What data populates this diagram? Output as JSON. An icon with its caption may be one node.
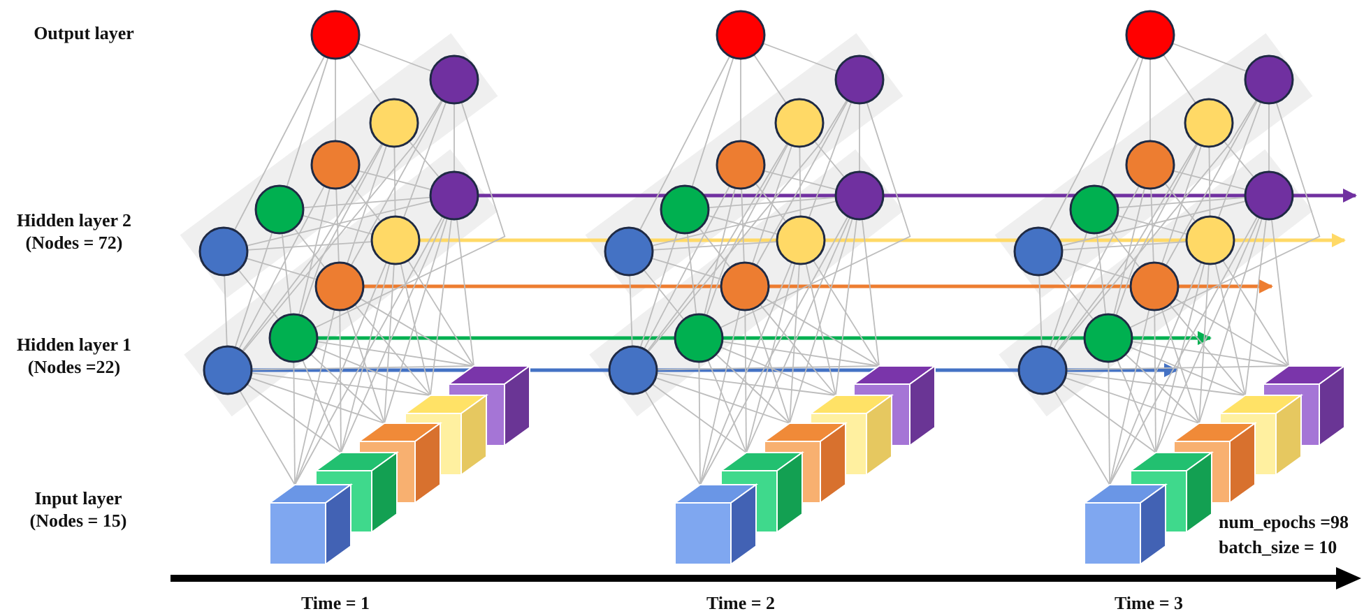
{
  "diagram": {
    "nodes": [
      {
        "text": [],
        "shape": "circle"
      },
      {
        "text": [],
        "shape": "circle"
      },
      {
        "text": [],
        "shape": "circle"
      },
      {
        "text": [],
        "shape": "circle"
      },
      {
        "text": [],
        "shape": "circle"
      },
      {
        "text": [],
        "shape": "circle"
      },
      {
        "text": [],
        "shape": "circle"
      },
      {
        "text": [],
        "shape": "circle"
      },
      {
        "text": [],
        "shape": "circle"
      },
      {
        "text": [],
        "shape": "circle"
      },
      {
        "text": [],
        "shape": "circle"
      },
      {
        "text": [],
        "shape": "cube"
      },
      {
        "text": [],
        "shape": "cube"
      },
      {
        "text": [],
        "shape": "cube"
      },
      {
        "text": [],
        "shape": "cube"
      },
      {
        "text": [],
        "shape": "cube"
      },
      {
        "text": [],
        "shape": "circle"
      },
      {
        "text": [],
        "shape": "circle"
      },
      {
        "text": [],
        "shape": "circle"
      },
      {
        "text": [],
        "shape": "circle"
      },
      {
        "text": [],
        "shape": "circle"
      },
      {
        "text": [],
        "shape": "circle"
      },
      {
        "text": [],
        "shape": "circle"
      },
      {
        "text": [],
        "shape": "circle"
      },
      {
        "text": [],
        "shape": "circle"
      },
      {
        "text": [],
        "shape": "circle"
      },
      {
        "text": [],
        "shape": "circle"
      },
      {
        "text": [],
        "shape": "cube"
      },
      {
        "text": [],
        "shape": "cube"
      },
      {
        "text": [],
        "shape": "cube"
      },
      {
        "text": [],
        "shape": "cube"
      },
      {
        "text": [],
        "shape": "cube"
      },
      {
        "text": [],
        "shape": "circle"
      },
      {
        "text": [],
        "shape": "circle"
      },
      {
        "text": [],
        "shape": "circle"
      },
      {
        "text": [],
        "shape": "circle"
      },
      {
        "text": [],
        "shape": "circle"
      },
      {
        "text": [],
        "shape": "circle"
      },
      {
        "text": [],
        "shape": "circle"
      },
      {
        "text": [],
        "shape": "circle"
      },
      {
        "text": [],
        "shape": "circle"
      },
      {
        "text": [],
        "shape": "circle"
      },
      {
        "text": [],
        "shape": "circle"
      },
      {
        "text": [],
        "shape": "cube"
      },
      {
        "text": [],
        "shape": "cube"
      },
      {
        "text": [],
        "shape": "cube"
      },
      {
        "text": [],
        "shape": "cube"
      },
      {
        "text": [],
        "shape": "cube"
      }
    ],
    "edges": [
      {
        "from": 10,
        "to": null,
        "arrow": "to",
        "style": "thick",
        "color": "#7030a0"
      },
      {
        "from": 9,
        "to": null,
        "arrow": "to",
        "style": "thick",
        "color": "#ffd966"
      },
      {
        "from": 8,
        "to": null,
        "arrow": "to",
        "style": "thick",
        "color": "#ed7d31"
      },
      {
        "from": 7,
        "to": null,
        "arrow": "to",
        "style": "thick",
        "color": "#00b050"
      },
      {
        "from": 6,
        "to": null,
        "arrow": "to",
        "style": "thick",
        "color": "#4472c4"
      },
      {
        "from": 11,
        "to": 6,
        "arrow": "none"
      },
      {
        "from": 11,
        "to": 7,
        "arrow": "none"
      },
      {
        "from": 11,
        "to": 8,
        "arrow": "none"
      },
      {
        "from": 11,
        "to": 9,
        "arrow": "none"
      },
      {
        "from": 11,
        "to": 10,
        "arrow": "none"
      },
      {
        "from": 12,
        "to": 6,
        "arrow": "none"
      },
      {
        "from": 12,
        "to": 7,
        "arrow": "none"
      },
      {
        "from": 12,
        "to": 8,
        "arrow": "none"
      },
      {
        "from": 12,
        "to": 9,
        "arrow": "none"
      },
      {
        "from": 12,
        "to": 10,
        "arrow": "none"
      },
      {
        "from": 13,
        "to": 6,
        "arrow": "none"
      },
      {
        "from": 13,
        "to": 7,
        "arrow": "none"
      },
      {
        "from": 13,
        "to": 8,
        "arrow": "none"
      },
      {
        "from": 13,
        "to": 9,
        "arrow": "none"
      },
      {
        "from": 13,
        "to": 10,
        "arrow": "none"
      },
      {
        "from": 14,
        "to": 6,
        "arrow": "none"
      },
      {
        "from": 14,
        "to": 7,
        "arrow": "none"
      },
      {
        "from": 14,
        "to": 8,
        "arrow": "none"
      },
      {
        "from": 14,
        "to": 9,
        "arrow": "none"
      },
      {
        "from": 14,
        "to": 10,
        "arrow": "none"
      },
      {
        "from": 15,
        "to": 6,
        "arrow": "none"
      },
      {
        "from": 15,
        "to": 7,
        "arrow": "none"
      },
      {
        "from": 15,
        "to": 8,
        "arrow": "none"
      },
      {
        "from": 15,
        "to": 9,
        "arrow": "none"
      },
      {
        "from": 15,
        "to": 10,
        "arrow": "none"
      },
      {
        "from": 6,
        "to": 1,
        "arrow": "none"
      },
      {
        "from": 6,
        "to": 2,
        "arrow": "none"
      },
      {
        "from": 6,
        "to": 3,
        "arrow": "none"
      },
      {
        "from": 6,
        "to": 4,
        "arrow": "none"
      },
      {
        "from": 6,
        "to": 5,
        "arrow": "none"
      },
      {
        "from": 7,
        "to": 1,
        "arrow": "none"
      },
      {
        "from": 7,
        "to": 2,
        "arrow": "none"
      },
      {
        "from": 7,
        "to": 3,
        "arrow": "none"
      },
      {
        "from": 7,
        "to": 4,
        "arrow": "none"
      },
      {
        "from": 7,
        "to": 5,
        "arrow": "none"
      },
      {
        "from": 8,
        "to": 1,
        "arrow": "none"
      },
      {
        "from": 8,
        "to": 2,
        "arrow": "none"
      },
      {
        "from": 8,
        "to": 3,
        "arrow": "none"
      },
      {
        "from": 8,
        "to": 4,
        "arrow": "none"
      },
      {
        "from": 8,
        "to": 5,
        "arrow": "none"
      },
      {
        "from": 9,
        "to": 1,
        "arrow": "none"
      },
      {
        "from": 9,
        "to": 2,
        "arrow": "none"
      },
      {
        "from": 9,
        "to": 3,
        "arrow": "none"
      },
      {
        "from": 9,
        "to": 4,
        "arrow": "none"
      },
      {
        "from": 9,
        "to": 5,
        "arrow": "none"
      },
      {
        "from": 10,
        "to": 1,
        "arrow": "none"
      },
      {
        "from": 10,
        "to": 2,
        "arrow": "none"
      },
      {
        "from": 10,
        "to": 3,
        "arrow": "none"
      },
      {
        "from": 10,
        "to": 4,
        "arrow": "none"
      },
      {
        "from": 10,
        "to": 5,
        "arrow": "none"
      },
      {
        "from": 1,
        "to": 0,
        "arrow": "none"
      },
      {
        "from": 2,
        "to": 0,
        "arrow": "none"
      },
      {
        "from": 3,
        "to": 0,
        "arrow": "none"
      },
      {
        "from": 4,
        "to": 0,
        "arrow": "none"
      },
      {
        "from": 5,
        "to": 0,
        "arrow": "none"
      },
      {
        "from": 27,
        "to": 22,
        "arrow": "none"
      },
      {
        "from": 27,
        "to": 23,
        "arrow": "none"
      },
      {
        "from": 27,
        "to": 24,
        "arrow": "none"
      },
      {
        "from": 27,
        "to": 25,
        "arrow": "none"
      },
      {
        "from": 27,
        "to": 26,
        "arrow": "none"
      },
      {
        "from": 28,
        "to": 22,
        "arrow": "none"
      },
      {
        "from": 28,
        "to": 23,
        "arrow": "none"
      },
      {
        "from": 28,
        "to": 24,
        "arrow": "none"
      },
      {
        "from": 28,
        "to": 25,
        "arrow": "none"
      },
      {
        "from": 28,
        "to": 26,
        "arrow": "none"
      },
      {
        "from": 29,
        "to": 22,
        "arrow": "none"
      },
      {
        "from": 29,
        "to": 23,
        "arrow": "none"
      },
      {
        "from": 29,
        "to": 24,
        "arrow": "none"
      },
      {
        "from": 29,
        "to": 25,
        "arrow": "none"
      },
      {
        "from": 29,
        "to": 26,
        "arrow": "none"
      },
      {
        "from": 30,
        "to": 22,
        "arrow": "none"
      },
      {
        "from": 30,
        "to": 23,
        "arrow": "none"
      },
      {
        "from": 30,
        "to": 24,
        "arrow": "none"
      },
      {
        "from": 30,
        "to": 25,
        "arrow": "none"
      },
      {
        "from": 30,
        "to": 26,
        "arrow": "none"
      },
      {
        "from": 31,
        "to": 22,
        "arrow": "none"
      },
      {
        "from": 31,
        "to": 23,
        "arrow": "none"
      },
      {
        "from": 31,
        "to": 24,
        "arrow": "none"
      },
      {
        "from": 31,
        "to": 25,
        "arrow": "none"
      },
      {
        "from": 31,
        "to": 26,
        "arrow": "none"
      },
      {
        "from": 22,
        "to": 17,
        "arrow": "none"
      },
      {
        "from": 22,
        "to": 18,
        "arrow": "none"
      },
      {
        "from": 22,
        "to": 19,
        "arrow": "none"
      },
      {
        "from": 22,
        "to": 20,
        "arrow": "none"
      },
      {
        "from": 22,
        "to": 21,
        "arrow": "none"
      },
      {
        "from": 23,
        "to": 17,
        "arrow": "none"
      },
      {
        "from": 23,
        "to": 18,
        "arrow": "none"
      },
      {
        "from": 23,
        "to": 19,
        "arrow": "none"
      },
      {
        "from": 23,
        "to": 20,
        "arrow": "none"
      },
      {
        "from": 23,
        "to": 21,
        "arrow": "none"
      },
      {
        "from": 24,
        "to": 17,
        "arrow": "none"
      },
      {
        "from": 24,
        "to": 18,
        "arrow": "none"
      },
      {
        "from": 24,
        "to": 19,
        "arrow": "none"
      },
      {
        "from": 24,
        "to": 20,
        "arrow": "none"
      },
      {
        "from": 24,
        "to": 21,
        "arrow": "none"
      },
      {
        "from": 25,
        "to": 17,
        "arrow": "none"
      },
      {
        "from": 25,
        "to": 18,
        "arrow": "none"
      },
      {
        "from": 25,
        "to": 19,
        "arrow": "none"
      },
      {
        "from": 25,
        "to": 20,
        "arrow": "none"
      },
      {
        "from": 25,
        "to": 21,
        "arrow": "none"
      },
      {
        "from": 26,
        "to": 17,
        "arrow": "none"
      },
      {
        "from": 26,
        "to": 18,
        "arrow": "none"
      },
      {
        "from": 26,
        "to": 19,
        "arrow": "none"
      },
      {
        "from": 26,
        "to": 20,
        "arrow": "none"
      },
      {
        "from": 26,
        "to": 21,
        "arrow": "none"
      },
      {
        "from": 17,
        "to": 16,
        "arrow": "none"
      },
      {
        "from": 18,
        "to": 16,
        "arrow": "none"
      },
      {
        "from": 19,
        "to": 16,
        "arrow": "none"
      },
      {
        "from": 20,
        "to": 16,
        "arrow": "none"
      },
      {
        "from": 21,
        "to": 16,
        "arrow": "none"
      },
      {
        "from": 43,
        "to": 38,
        "arrow": "none"
      },
      {
        "from": 43,
        "to": 39,
        "arrow": "none"
      },
      {
        "from": 43,
        "to": 40,
        "arrow": "none"
      },
      {
        "from": 43,
        "to": 41,
        "arrow": "none"
      },
      {
        "from": 43,
        "to": 42,
        "arrow": "none"
      },
      {
        "from": 44,
        "to": 38,
        "arrow": "none"
      },
      {
        "from": 44,
        "to": 39,
        "arrow": "none"
      },
      {
        "from": 44,
        "to": 40,
        "arrow": "none"
      },
      {
        "from": 44,
        "to": 41,
        "arrow": "none"
      },
      {
        "from": 44,
        "to": 42,
        "arrow": "none"
      },
      {
        "from": 45,
        "to": 38,
        "arrow": "none"
      },
      {
        "from": 45,
        "to": 39,
        "arrow": "none"
      },
      {
        "from": 45,
        "to": 40,
        "arrow": "none"
      },
      {
        "from": 45,
        "to": 41,
        "arrow": "none"
      },
      {
        "from": 45,
        "to": 42,
        "arrow": "none"
      },
      {
        "from": 46,
        "to": 38,
        "arrow": "none"
      },
      {
        "from": 46,
        "to": 39,
        "arrow": "none"
      },
      {
        "from": 46,
        "to": 40,
        "arrow": "none"
      },
      {
        "from": 46,
        "to": 41,
        "arrow": "none"
      },
      {
        "from": 46,
        "to": 42,
        "arrow": "none"
      },
      {
        "from": 47,
        "to": 38,
        "arrow": "none"
      },
      {
        "from": 47,
        "to": 39,
        "arrow": "none"
      },
      {
        "from": 47,
        "to": 40,
        "arrow": "none"
      },
      {
        "from": 47,
        "to": 41,
        "arrow": "none"
      },
      {
        "from": 47,
        "to": 42,
        "arrow": "none"
      },
      {
        "from": 38,
        "to": 33,
        "arrow": "none"
      },
      {
        "from": 38,
        "to": 34,
        "arrow": "none"
      },
      {
        "from": 38,
        "to": 35,
        "arrow": "none"
      },
      {
        "from": 38,
        "to": 36,
        "arrow": "none"
      },
      {
        "from": 38,
        "to": 37,
        "arrow": "none"
      },
      {
        "from": 39,
        "to": 33,
        "arrow": "none"
      },
      {
        "from": 39,
        "to": 34,
        "arrow": "none"
      },
      {
        "from": 39,
        "to": 35,
        "arrow": "none"
      },
      {
        "from": 39,
        "to": 36,
        "arrow": "none"
      },
      {
        "from": 39,
        "to": 37,
        "arrow": "none"
      },
      {
        "from": 40,
        "to": 33,
        "arrow": "none"
      },
      {
        "from": 40,
        "to": 34,
        "arrow": "none"
      },
      {
        "from": 40,
        "to": 35,
        "arrow": "none"
      },
      {
        "from": 40,
        "to": 36,
        "arrow": "none"
      },
      {
        "from": 40,
        "to": 37,
        "arrow": "none"
      },
      {
        "from": 41,
        "to": 33,
        "arrow": "none"
      },
      {
        "from": 41,
        "to": 34,
        "arrow": "none"
      },
      {
        "from": 41,
        "to": 35,
        "arrow": "none"
      },
      {
        "from": 41,
        "to": 36,
        "arrow": "none"
      },
      {
        "from": 41,
        "to": 37,
        "arrow": "none"
      },
      {
        "from": 42,
        "to": 33,
        "arrow": "none"
      },
      {
        "from": 42,
        "to": 34,
        "arrow": "none"
      },
      {
        "from": 42,
        "to": 35,
        "arrow": "none"
      },
      {
        "from": 42,
        "to": 36,
        "arrow": "none"
      },
      {
        "from": 42,
        "to": 37,
        "arrow": "none"
      },
      {
        "from": 33,
        "to": 32,
        "arrow": "none"
      },
      {
        "from": 34,
        "to": 32,
        "arrow": "none"
      },
      {
        "from": 35,
        "to": 32,
        "arrow": "none"
      },
      {
        "from": 36,
        "to": 32,
        "arrow": "none"
      },
      {
        "from": 37,
        "to": 32,
        "arrow": "none"
      }
    ],
    "labels": [
      "Output layer",
      "Hidden layer 2 (Nodes = 72)",
      "Hidden layer 1 (Nodes =22)",
      "Input layer (Nodes = 15)",
      "num_epochs =98",
      "batch_size = 10",
      "Time = 1",
      "Time = 2",
      "Time = 3"
    ]
  }
}
